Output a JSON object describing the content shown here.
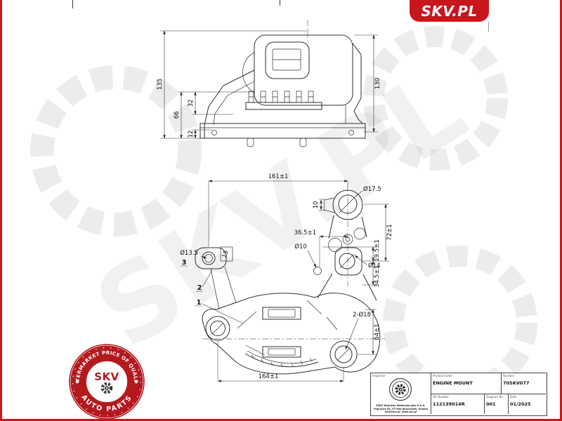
{
  "brand": {
    "logo_text": "SKV.PL",
    "accent_red": "#C8161D"
  },
  "watermark": {
    "text": "SKV.PL"
  },
  "badge": {
    "arc_top": "AFTERMARKET PRICE OF QUALITY",
    "arc_bottom": "AUTO PARTS",
    "center_text": "SKV"
  },
  "title_block": {
    "inspector_label": "Inspector",
    "product_label": "Product name",
    "product_value": "ENGINE MOUNT",
    "number_label": "Number",
    "number_value": "70SKV077",
    "oe_label": "OE Number",
    "oe_value": "112139014R",
    "diagram_label": "Diagram No",
    "diagram_value": "001",
    "date_label": "Date",
    "date_value": "01/2025",
    "company_line1": "ESKV Naprawy Motoryzacyjne S.K.A.",
    "company_line2": "Paprocka 65, 57-500 Wroclawek, Poland",
    "company_line3": "info@skv.pl, www.skv.pl"
  },
  "side_view_dims": {
    "height_total": "135",
    "height_66": "66",
    "height_32": "32",
    "height_12": "12",
    "height_right": "130"
  },
  "top_view_dims": {
    "width_top": "161±1",
    "hole_top": "Ø17.5",
    "tab_height": "10",
    "offset_365": "36.5±1",
    "dist_72": "72±1",
    "dist_195": "19.5±1",
    "hole_10": "Ø10",
    "hole_14": "Ø14",
    "dist_345": "34.5±1",
    "holes_18": "2-Ø18",
    "dist_64": "64±1",
    "width_bottom": "164±1",
    "hole_135": "Ø13.5",
    "tab_15": "15",
    "callout_1": "1",
    "callout_2": "2",
    "callout_3": "3"
  }
}
